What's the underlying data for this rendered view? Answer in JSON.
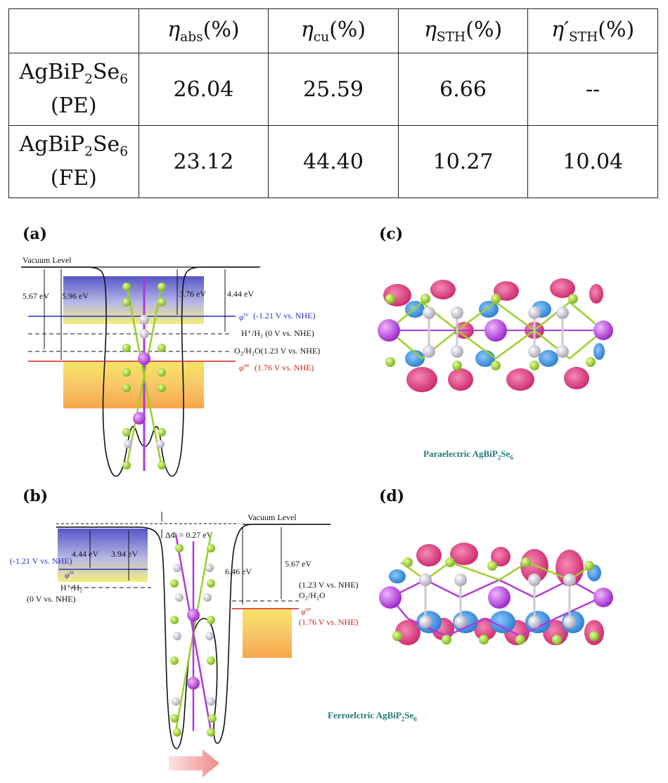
{
  "table": {
    "headers": [
      "",
      "η_abs(%)",
      "η_cu(%)",
      "η_STH(%)",
      "η′_STH(%)"
    ],
    "header_parts": [
      {
        "sym": "η",
        "sub": "abs",
        "unit": "(%)"
      },
      {
        "sym": "η",
        "sub": "cu",
        "unit": "(%)"
      },
      {
        "sym": "η",
        "sub": "STH",
        "unit": "(%)"
      },
      {
        "sym": "η′",
        "sub": "STH",
        "unit": "(%)"
      }
    ],
    "rows": [
      {
        "material": "AgBiP",
        "p_sub": "2",
        "se": "Se",
        "se_sub": "6",
        "phase": "(PE)",
        "values": [
          "26.04",
          "25.59",
          "6.66",
          "--"
        ]
      },
      {
        "material": "AgBiP",
        "p_sub": "2",
        "se": "Se",
        "se_sub": "6",
        "phase": "(FE)",
        "values": [
          "23.12",
          "44.40",
          "10.27",
          "10.04"
        ]
      }
    ]
  },
  "panel_a": {
    "letter": "(a)",
    "vacuum": "Vacuum Level",
    "gap_left_1": "5.67 eV",
    "gap_left_2": "5.96 eV",
    "gap_right_1": "3.76 eV",
    "gap_right_2": "4.44 eV",
    "phi_re": "φ",
    "phi_re_sup": "re",
    "phi_re_val": "(-1.21 V vs. NHE)",
    "h_level": "H⁺/H₂  (0 V vs. NHE)",
    "o_level": "O₂/H₂O(1.23 V vs. NHE)",
    "phi_ox": "φ",
    "phi_ox_sup": "ox",
    "phi_ox_val": "(1.76 V vs. NHE)"
  },
  "panel_b": {
    "letter": "(b)",
    "vacuum": "Vacuum Level",
    "delta_phi": "ΔΦ = 0.27 eV",
    "gap_left_1": "4.44 eV",
    "gap_left_2": "3.94 eV",
    "phi_re_val": "(-1.21 V vs. NHE)",
    "phi_re": "φ",
    "phi_re_sup": "re",
    "h_level": "H⁺/H₂",
    "h_val": "(0 V vs. NHE)",
    "gap_right_1": "6.46 eV",
    "gap_right_2": "5.67 eV",
    "o_val": "(1.23 V vs. NHE)",
    "o_level": "O₂/H₂O",
    "phi_ox": "φ",
    "phi_ox_sup": "ox",
    "phi_ox_val": "(1.76 V vs. NHE)"
  },
  "panel_c": {
    "letter": "(c)",
    "caption": "Paraelectric AgBiP",
    "cap_sub1": "2",
    "cap_se": "Se",
    "cap_sub2": "6"
  },
  "panel_d": {
    "letter": "(d)",
    "caption": "Ferroelctric AgBiP",
    "cap_sub1": "2",
    "cap_se": "Se",
    "cap_sub2": "6"
  },
  "colors": {
    "blue_band": "#5a5acb",
    "yellow_band": "#f2ec6a",
    "orange_band": "#f7a23c",
    "phi_blue": "#2a2ad0",
    "phi_red": "#d02020",
    "caption_teal": "#1f7b7b",
    "magenta_atom": "#b03ad8",
    "green_atom": "#9ad02a",
    "grey_atom": "#b9b0c4",
    "pink_lobe": "#d8367a",
    "blue_lobe": "#2f8ad8"
  }
}
